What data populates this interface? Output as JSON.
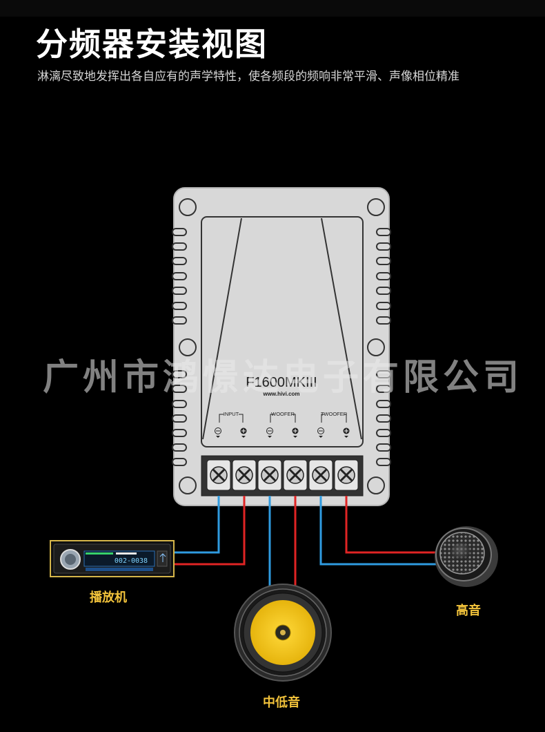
{
  "header": {
    "title": "分频器安装视图",
    "subtitle": "淋漓尽致地发挥出各自应有的声学特性，使各频段的频响非常平滑、声像相位精准"
  },
  "crossover": {
    "model": "F1600MKIII",
    "website": "www.hivi.com",
    "groups": [
      {
        "label": "INPUT"
      },
      {
        "label": "WOOFER"
      },
      {
        "label": "TWOOFER"
      }
    ]
  },
  "player": {
    "label": "播放机",
    "display": "002-0038"
  },
  "woofer": {
    "label": "中低音"
  },
  "tweeter": {
    "label": "高音"
  },
  "watermark": "广州市鸿憬达电子有限公司",
  "colors": {
    "background": "#000000",
    "box": "#d6d6d6",
    "wire_negative": "#2f9be0",
    "wire_positive": "#e02424",
    "label_accent": "#f3c33b",
    "woofer_cone": "#f5c518"
  },
  "icons": {
    "minus": "minus-circle-icon",
    "plus": "plus-circle-icon",
    "screw": "screw-terminal-icon"
  }
}
